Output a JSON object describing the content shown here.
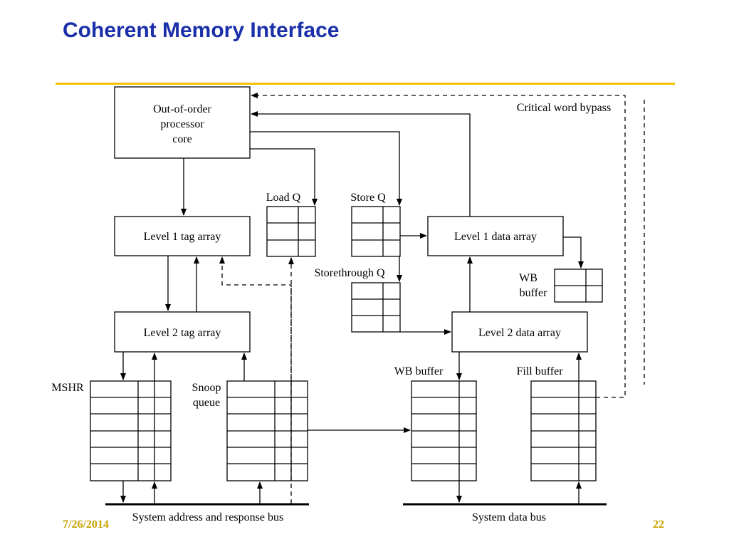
{
  "slide": {
    "title": "Coherent Memory Interface",
    "date": "7/26/2014",
    "page_number": "22"
  },
  "diagram": {
    "core_label": [
      "Out-of-order",
      "processor",
      "core"
    ],
    "l1_tag": "Level 1 tag array",
    "l2_tag": "Level 2 tag array",
    "l1_data": "Level 1 data array",
    "l2_data": "Level 2 data array",
    "load_q": "Load Q",
    "store_q": "Store Q",
    "storethrough_q": "Storethrough Q",
    "wb_buffer_upper": [
      "WB",
      "buffer"
    ],
    "wb_buffer_lower": "WB buffer",
    "fill_buffer": "Fill buffer",
    "mshr": "MSHR",
    "snoop_queue": [
      "Snoop",
      "queue"
    ],
    "critical_word_bypass": "Critical word bypass",
    "address_bus": "System address and response bus",
    "data_bus": "System data bus"
  }
}
